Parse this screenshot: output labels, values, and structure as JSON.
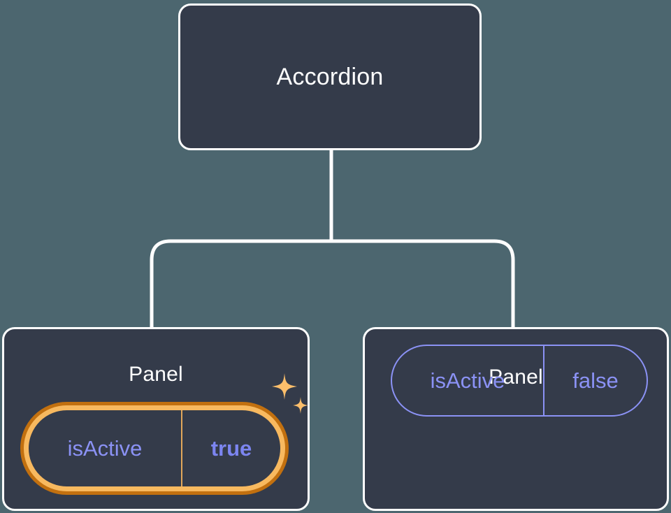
{
  "canvas": {
    "background_color": "#4c666f",
    "card_fill_color": "#343b4a",
    "card_border_color": "#ffffff",
    "accent_purple": "#8b92f5",
    "accent_value_purple": "#7c85f0",
    "highlight_amber": "#f8b95f",
    "highlight_amber_dark": "#c2700f"
  },
  "tree": {
    "root": {
      "label": "Accordion"
    },
    "children": [
      {
        "label": "Panel",
        "highlighted": true,
        "prop": {
          "key": "isActive",
          "value": "true"
        },
        "sparkle_icon": "sparkles-icon"
      },
      {
        "label": "Panel",
        "highlighted": false,
        "prop": {
          "key": "isActive",
          "value": "false"
        }
      }
    ]
  }
}
